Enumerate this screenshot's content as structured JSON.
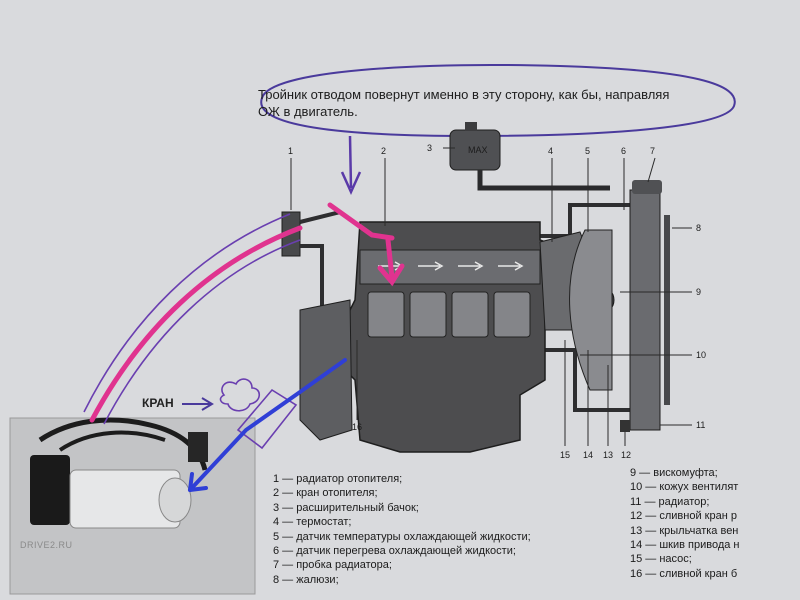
{
  "callout": {
    "line1": "Тройник отводом повернут именно в эту сторону, как бы, направляя",
    "line2": "ОЖ в двигатель."
  },
  "kran_label": "КРАН",
  "exp_tank_label": "МАХ",
  "watermark": "DRIVE2.RU",
  "callout_numbers": [
    "1",
    "2",
    "3",
    "4",
    "5",
    "6",
    "7",
    "8",
    "9",
    "10",
    "11",
    "12",
    "13",
    "14",
    "15",
    "16"
  ],
  "legend_left": [
    "1 — радиатор отопителя;",
    "2 — кран отопителя;",
    "3 — расширительный бачок;",
    "4 — термостат;",
    "5 — датчик температуры охлаждающей жидкости;",
    "6 — датчик перегрева охлаждающей жидкости;",
    "7 — пробка радиатора;",
    "8 — жалюзи;"
  ],
  "legend_right": [
    "9 — вискомуфта;",
    "10 — кожух вентилят",
    "11 — радиатор;",
    "12 — сливной кран р",
    "13 — крыльчатка вен",
    "14 — шкив привода н",
    "15 — насос;",
    "16 — сливной кран б"
  ],
  "colors": {
    "background": "#d9dadd",
    "engine": "#4d4d4f",
    "engine_light": "#7b7c80",
    "pipe": "#2e2e30",
    "marker_pink": "#e0338f",
    "marker_blue": "#2f3fd6",
    "marker_purple": "#6a3fb0",
    "heater_box": "#5f6062"
  }
}
